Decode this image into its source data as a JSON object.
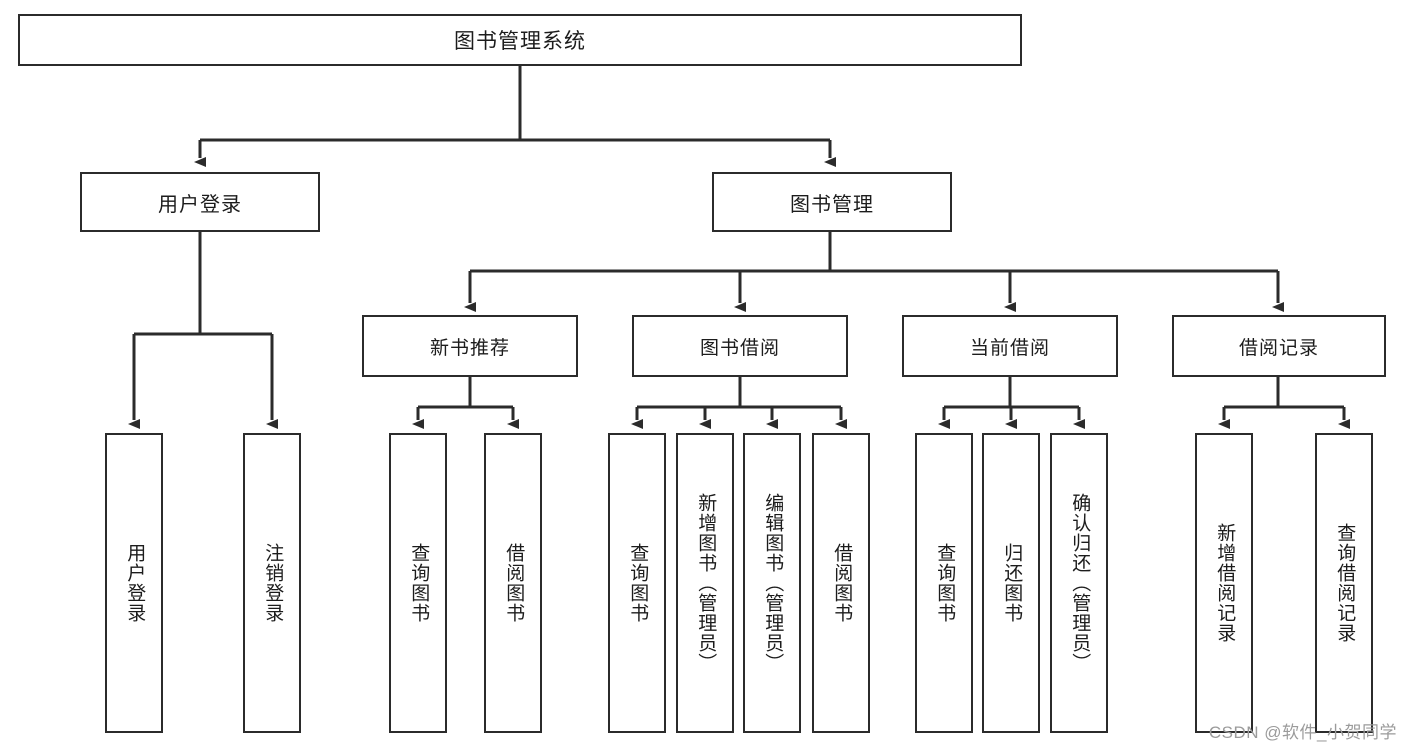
{
  "diagram": {
    "title": "图书管理系统",
    "root": {
      "id": "root",
      "label": "图书管理系统"
    },
    "level2": [
      {
        "id": "user-login",
        "label": "用户登录"
      },
      {
        "id": "book-management",
        "label": "图书管理"
      }
    ],
    "level3": [
      {
        "id": "new-book-recommend",
        "label": "新书推荐"
      },
      {
        "id": "book-borrow",
        "label": "图书借阅"
      },
      {
        "id": "current-borrow",
        "label": "当前借阅"
      },
      {
        "id": "borrow-record",
        "label": "借阅记录"
      }
    ],
    "leaves": {
      "user_login": [
        {
          "id": "leaf-user-login",
          "label": "用户登录"
        },
        {
          "id": "leaf-logout-login",
          "label": "注销登录"
        }
      ],
      "new_book_recommend": [
        {
          "id": "leaf-query-book-1",
          "label": "查询图书"
        },
        {
          "id": "leaf-borrow-book-1",
          "label": "借阅图书"
        }
      ],
      "book_borrow": [
        {
          "id": "leaf-query-book-2",
          "label": "查询图书"
        },
        {
          "id": "leaf-add-book",
          "label": "新增图书（管理员）"
        },
        {
          "id": "leaf-edit-book",
          "label": "编辑图书（管理员）"
        },
        {
          "id": "leaf-borrow-book-2",
          "label": "借阅图书"
        }
      ],
      "current_borrow": [
        {
          "id": "leaf-query-book-3",
          "label": "查询图书"
        },
        {
          "id": "leaf-return-book",
          "label": "归还图书"
        },
        {
          "id": "leaf-confirm-return",
          "label": "确认归还（管理员）"
        }
      ],
      "borrow_record": [
        {
          "id": "leaf-add-record",
          "label": "新增借阅记录"
        },
        {
          "id": "leaf-query-record",
          "label": "查询借阅记录"
        }
      ]
    },
    "colors": {
      "stroke": "#2b2b2b",
      "background": "#ffffff",
      "text": "#1c1c1c",
      "watermark": "#9b9b9b"
    }
  },
  "watermark": {
    "text": "CSDN @软件_小贺同学"
  }
}
